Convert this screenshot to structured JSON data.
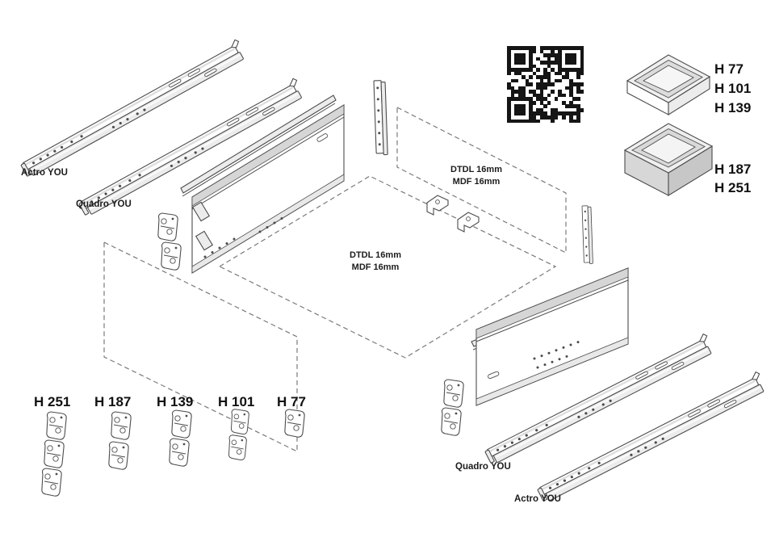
{
  "labels": {
    "runner_top_outer": "Actro YOU",
    "runner_top_inner": "Quadro YOU",
    "runner_bottom_inner": "Quadro YOU",
    "runner_bottom_outer": "Actro YOU"
  },
  "materials": {
    "back_panel": {
      "line1": "DTDL 16mm",
      "line2": "MDF 16mm"
    },
    "bottom_panel": {
      "line1": "DTDL 16mm",
      "line2": "MDF 16mm"
    }
  },
  "drawer_heights": {
    "shallow_box": [
      "H 77",
      "H 101",
      "H 139"
    ],
    "deep_box": [
      "H 187",
      "H 251"
    ]
  },
  "bracket_heights": [
    "H 251",
    "H 187",
    "H 139",
    "H 101",
    "H 77"
  ],
  "icons": {
    "qr": "qr-code"
  }
}
